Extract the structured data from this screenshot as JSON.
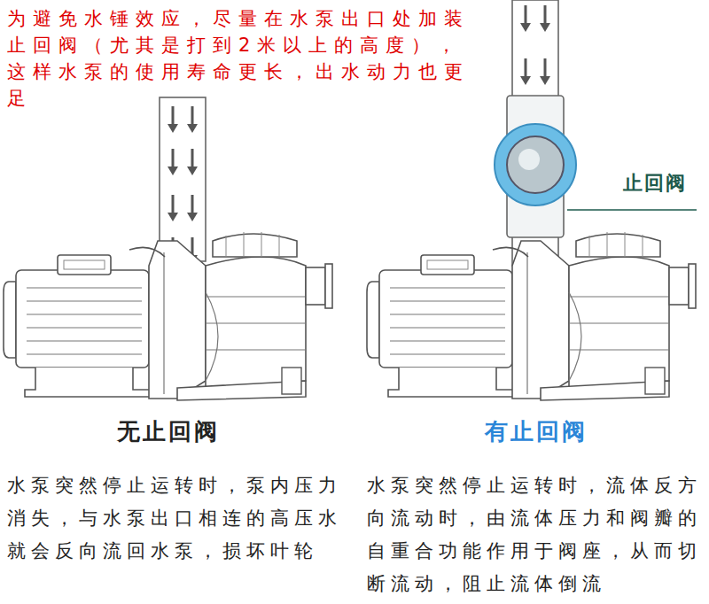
{
  "diagram": {
    "labels": [
      "为避免水锤效应，尽量在水泵出口处加装止回阀（尤其是打到2米以上的高度），这样水泵的使用寿命更长，出水动力也更足",
      "止回阀",
      "无止回阀",
      "有止回阀",
      "水泵突然停止运转时，泵内压力消失，与水泵出口相连的高压水就会反向流回水泵，损坏叶轮",
      "水泵突然停止运转时，流体反方向流动时，由流体压力和阀瓣的自重合功能作用于阀座，从而切断流动，阻止流体倒流"
    ]
  }
}
